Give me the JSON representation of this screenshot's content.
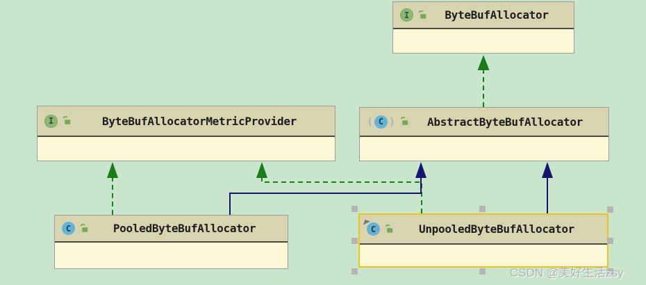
{
  "diagram": {
    "tool": "uml-class-diagram",
    "nodes": [
      {
        "label": "ByteBufAllocator",
        "kind": "interface",
        "icon_letter": "I",
        "visibility": "public",
        "selected": false
      },
      {
        "label": "ByteBufAllocatorMetricProvider",
        "kind": "interface",
        "icon_letter": "I",
        "visibility": "public",
        "selected": false
      },
      {
        "label": "AbstractByteBufAllocator",
        "kind": "abstract-class",
        "icon_letter": "C",
        "visibility": "public",
        "selected": false
      },
      {
        "label": "PooledByteBufAllocator",
        "kind": "class",
        "icon_letter": "C",
        "visibility": "public",
        "selected": false
      },
      {
        "label": "UnpooledByteBufAllocator",
        "kind": "class",
        "icon_letter": "C",
        "visibility": "public",
        "selected": true
      }
    ],
    "edges": [
      {
        "from": "AbstractByteBufAllocator",
        "to": "ByteBufAllocator",
        "type": "implements",
        "style": "dashed-green"
      },
      {
        "from": "PooledByteBufAllocator",
        "to": "ByteBufAllocatorMetricProvider",
        "type": "implements",
        "style": "dashed-green"
      },
      {
        "from": "UnpooledByteBufAllocator",
        "to": "ByteBufAllocatorMetricProvider",
        "type": "implements",
        "style": "dashed-green"
      },
      {
        "from": "PooledByteBufAllocator",
        "to": "AbstractByteBufAllocator",
        "type": "extends",
        "style": "solid-blue"
      },
      {
        "from": "UnpooledByteBufAllocator",
        "to": "AbstractByteBufAllocator",
        "type": "extends",
        "style": "solid-blue"
      }
    ],
    "abstract_parens": {
      "open": "(",
      "close": ")"
    },
    "colors": {
      "background": "#c9e6cc",
      "node_header": "#d8d4b0",
      "node_body": "#fcf8d5",
      "node_border": "#9c9c9c",
      "implements_green": "#1c7c1c",
      "extends_blue": "#15156e",
      "selection_yellow": "#edc41f",
      "handle_gray": "#b5b5b5"
    },
    "watermark": "CSDN @美好生活zsy"
  }
}
